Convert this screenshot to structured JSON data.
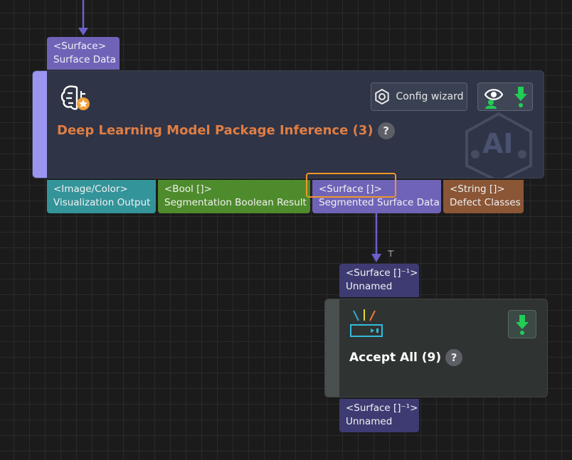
{
  "nodes": {
    "inference": {
      "title": "Deep Learning Model Package Inference (3)",
      "help": "?",
      "config_button_label": "Config wizard",
      "watermark_text": "AI",
      "input_port": {
        "type": "<Surface>",
        "name": "Surface Data"
      },
      "output_ports": [
        {
          "type": "<Image/Color>",
          "name": "Visualization Output"
        },
        {
          "type": "<Bool []>",
          "name": "Segmentation Boolean Result"
        },
        {
          "type": "<Surface []>",
          "name": "Segmented Surface Data"
        },
        {
          "type": "<String []>",
          "name": "Defect Classes"
        }
      ]
    },
    "accept_all": {
      "title": "Accept All (9)",
      "help": "?",
      "input_port": {
        "type": "<Surface []⁻¹>",
        "name": "Unnamed"
      },
      "output_port": {
        "type": "<Surface []⁻¹>",
        "name": "Unnamed"
      },
      "connector_marker": "⊤"
    }
  },
  "colors": {
    "node_bg": "#2f3446",
    "accept_bg": "#2f3332",
    "input_accent": "#9a96f0",
    "port_purple": "#6f63b8",
    "port_teal": "#33949a",
    "port_green": "#4e8b2c",
    "port_brown": "#8a5636",
    "title_orange": "#e07e44",
    "highlight": "#f0962a",
    "download_green": "#22cc55"
  }
}
